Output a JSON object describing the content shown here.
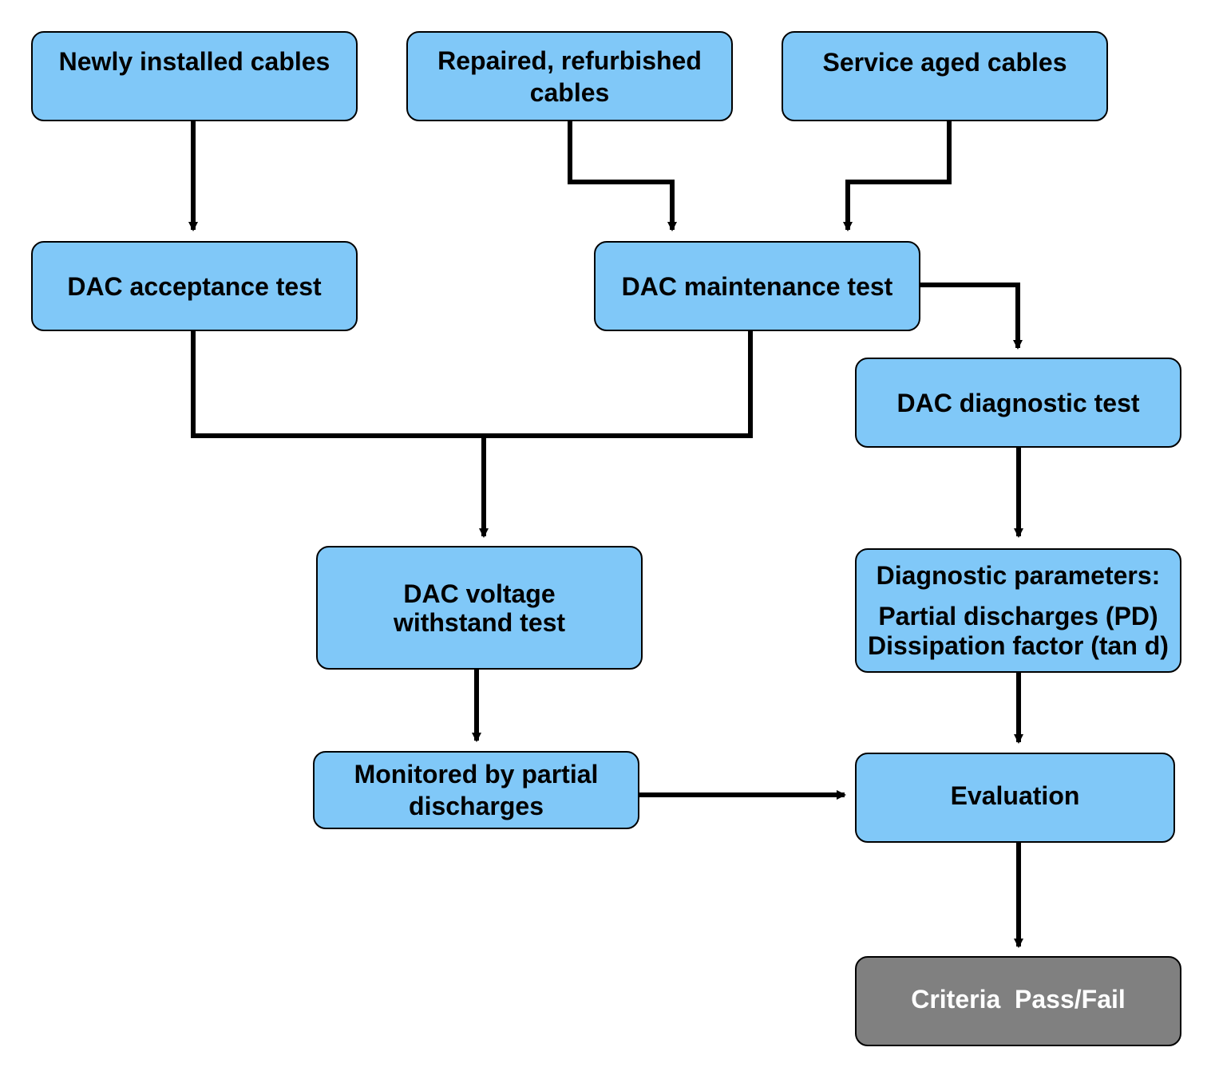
{
  "colors": {
    "box_fill": "#80c8f8",
    "result_fill": "#808080",
    "line": "#000000"
  },
  "nodes": {
    "newly_installed": "Newly installed cables",
    "repaired_line1": "Repaired, refurbished",
    "repaired_line2": "cables",
    "service_aged": "Service aged cables",
    "acceptance_test": "DAC acceptance test",
    "maintenance_test": "DAC maintenance test",
    "diagnostic_test": "DAC diagnostic test",
    "withstand_line1": "DAC voltage",
    "withstand_line2": "withstand test",
    "diag_params_heading": "Diagnostic parameters:",
    "diag_params_pd": "Partial discharges (PD)",
    "diag_params_tan": "Dissipation factor (tan d)",
    "monitored_line1": "Monitored by partial",
    "monitored_line2": "discharges",
    "evaluation": "Evaluation",
    "criteria": "Criteria  Pass/Fail"
  }
}
